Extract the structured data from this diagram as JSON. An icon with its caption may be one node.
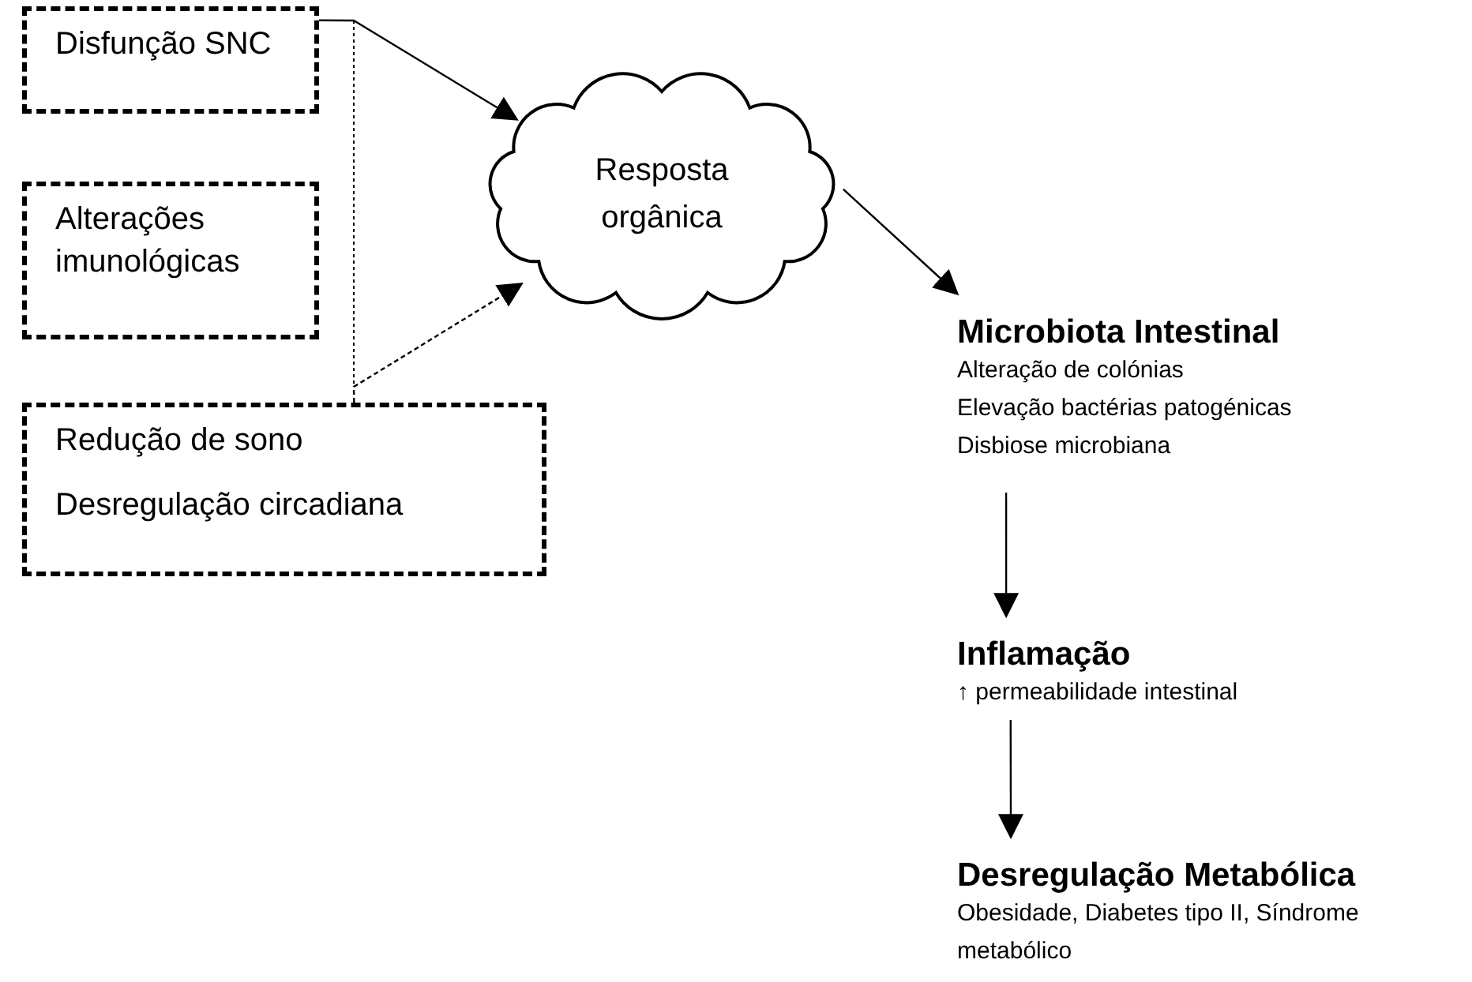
{
  "diagram": {
    "nodes": [
      {
        "text": [
          "Disfunção SNC"
        ]
      },
      {
        "text": [
          "Alterações imunológicas"
        ]
      },
      {
        "text": [
          "Redução de sono",
          "Desregulação circadiana"
        ]
      },
      {
        "text": [
          "Resposta orgânica"
        ]
      },
      {
        "text": [
          "Microbiota Intestinal",
          "Alteração de colónias",
          "Elevação bactérias patogénicas",
          "Disbiose microbiana"
        ]
      },
      {
        "text": [
          "Inflamação",
          "↑ permeabilidade intestinal"
        ]
      },
      {
        "text": [
          "Desregulação Metabólica",
          "Obesidade, Diabetes tipo II, Síndrome metabólico"
        ]
      }
    ],
    "edges": [
      {
        "from": 0,
        "to": 3,
        "arrow": "to"
      },
      {
        "from": 2,
        "to": 3,
        "arrow": "to",
        "style": "dashed"
      },
      {
        "from": 3,
        "to": 4,
        "arrow": "to"
      },
      {
        "from": 4,
        "to": 5,
        "arrow": "to"
      },
      {
        "from": 5,
        "to": 6,
        "arrow": "to"
      }
    ]
  }
}
